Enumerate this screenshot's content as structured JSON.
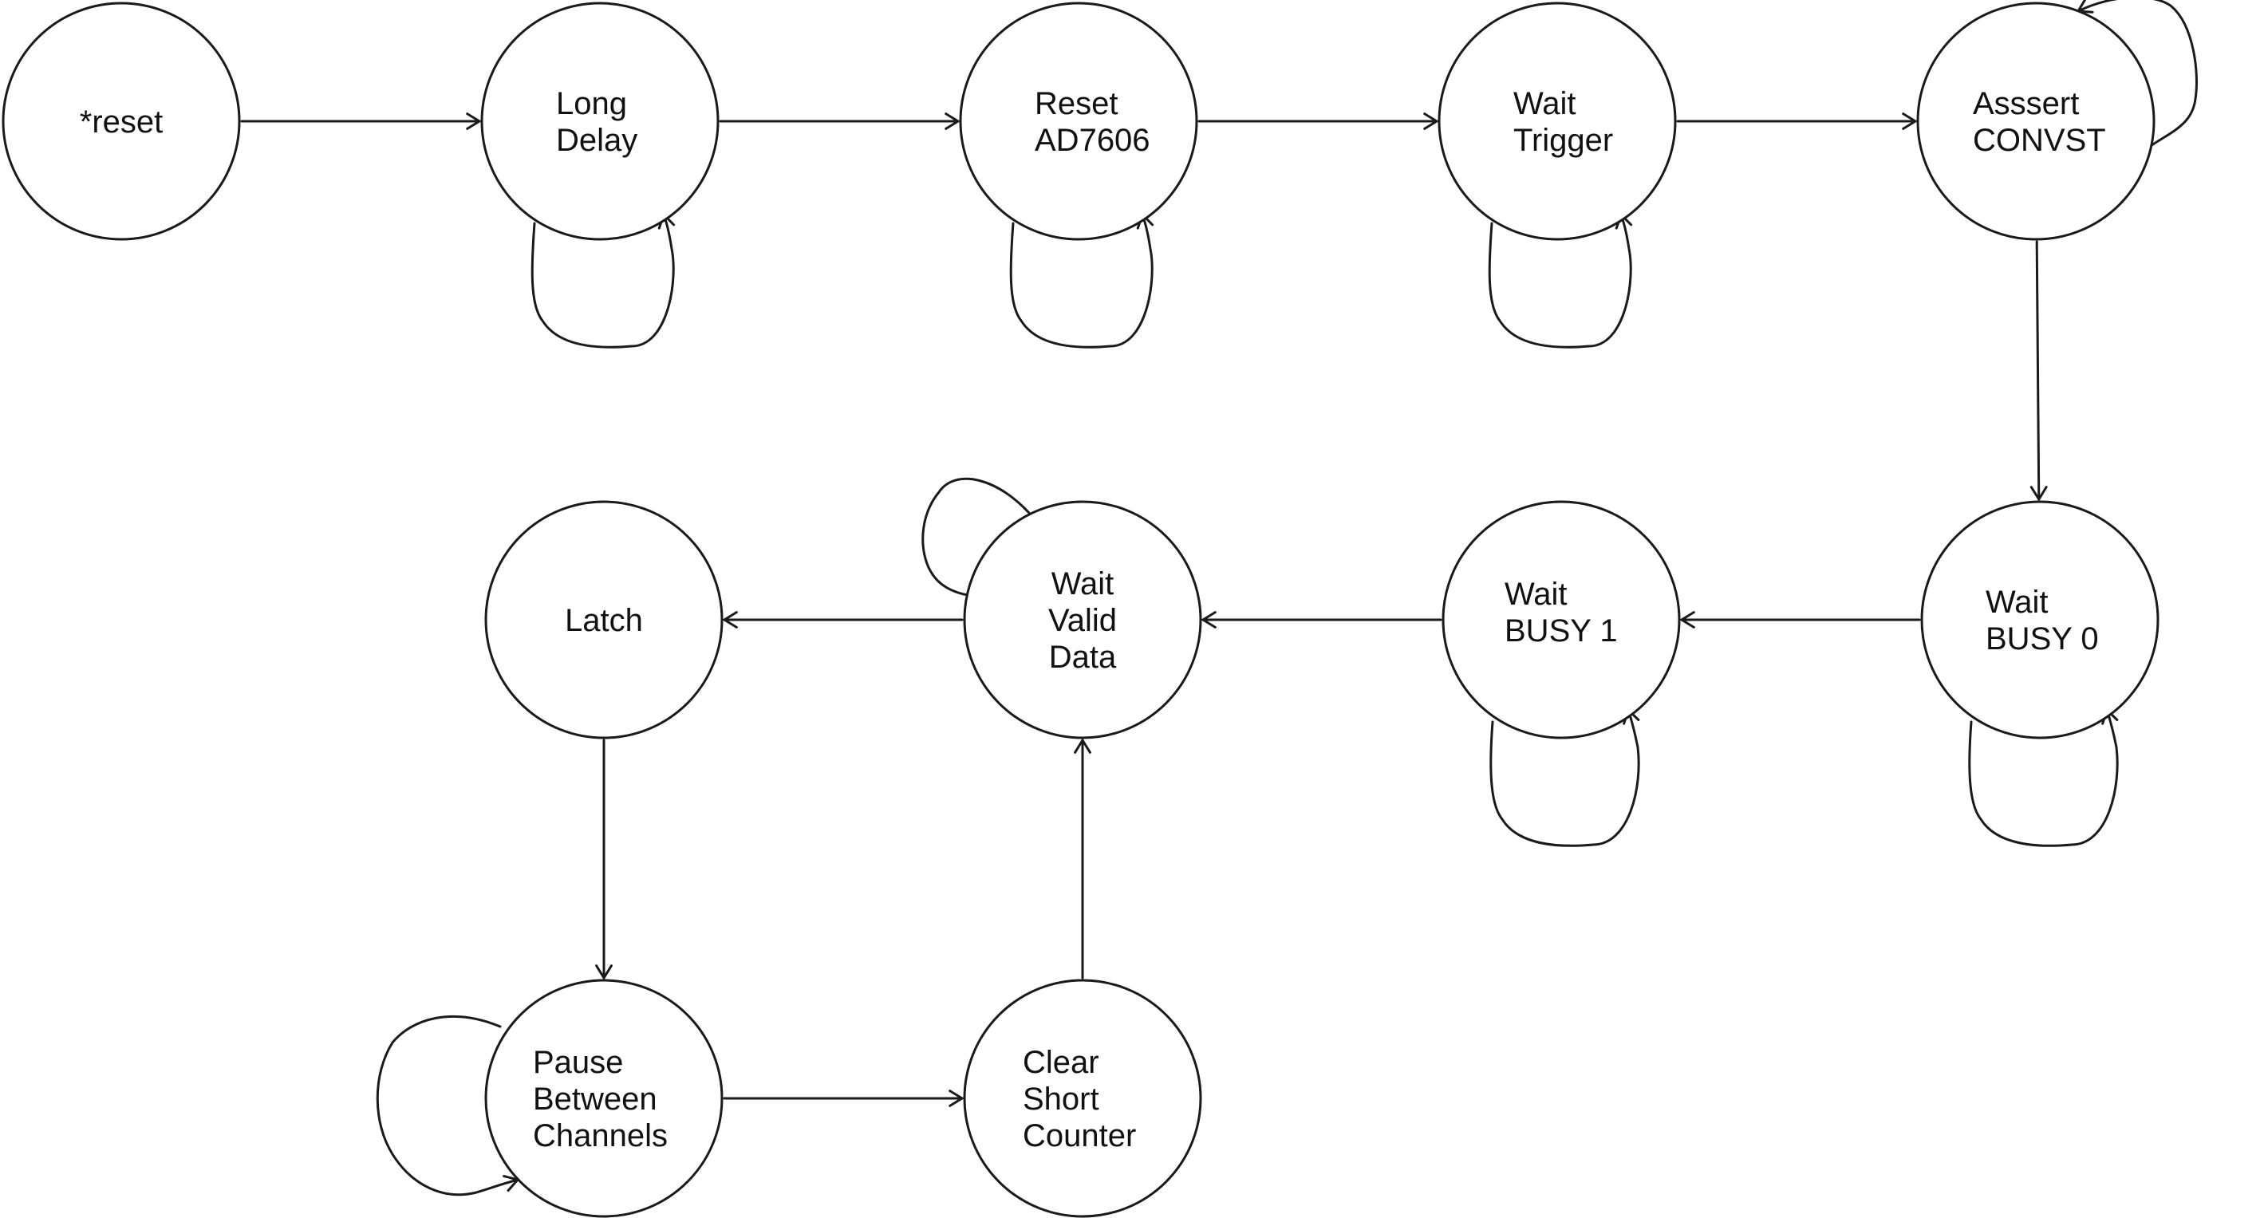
{
  "diagram": {
    "states": [
      {
        "id": "reset",
        "lines": [
          "*reset"
        ]
      },
      {
        "id": "long_delay",
        "lines": [
          "Long",
          "Delay"
        ]
      },
      {
        "id": "reset_ad7606",
        "lines": [
          "Reset",
          "AD7606"
        ]
      },
      {
        "id": "wait_trigger",
        "lines": [
          "Wait",
          "Trigger"
        ]
      },
      {
        "id": "assert_convst",
        "lines": [
          "Asssert",
          "CONVST"
        ]
      },
      {
        "id": "wait_busy0",
        "lines": [
          "Wait",
          "BUSY 0"
        ]
      },
      {
        "id": "wait_busy1",
        "lines": [
          "Wait",
          "BUSY 1"
        ]
      },
      {
        "id": "wait_valid_data",
        "lines": [
          "Wait",
          "Valid",
          "Data"
        ]
      },
      {
        "id": "latch",
        "lines": [
          "Latch"
        ]
      },
      {
        "id": "pause_between_channels",
        "lines": [
          "Pause",
          "Between",
          "Channels"
        ]
      },
      {
        "id": "clear_short_counter",
        "lines": [
          "Clear",
          "Short",
          "Counter"
        ]
      }
    ],
    "transitions": [
      {
        "from": "reset",
        "to": "long_delay"
      },
      {
        "from": "long_delay",
        "to": "reset_ad7606"
      },
      {
        "from": "reset_ad7606",
        "to": "wait_trigger"
      },
      {
        "from": "wait_trigger",
        "to": "assert_convst"
      },
      {
        "from": "assert_convst",
        "to": "wait_busy0"
      },
      {
        "from": "wait_busy0",
        "to": "wait_busy1"
      },
      {
        "from": "wait_busy1",
        "to": "wait_valid_data"
      },
      {
        "from": "wait_valid_data",
        "to": "latch"
      },
      {
        "from": "latch",
        "to": "pause_between_channels"
      },
      {
        "from": "pause_between_channels",
        "to": "clear_short_counter"
      },
      {
        "from": "clear_short_counter",
        "to": "wait_valid_data"
      }
    ],
    "self_loops": [
      "long_delay",
      "reset_ad7606",
      "wait_trigger",
      "assert_convst",
      "wait_busy0",
      "wait_busy1",
      "wait_valid_data",
      "pause_between_channels"
    ]
  }
}
